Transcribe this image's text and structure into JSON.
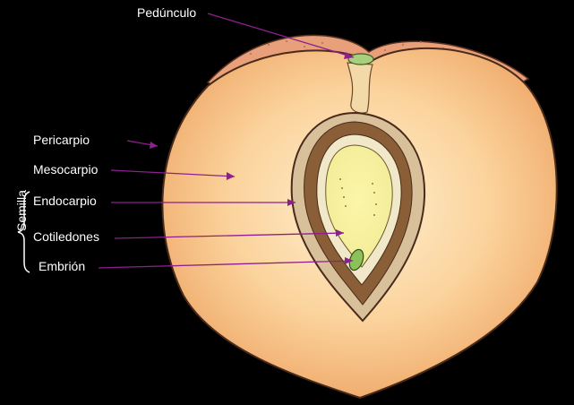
{
  "labels": {
    "peduncle": "Pedúnculo",
    "pericarp": "Pericarpio",
    "mesocarp": "Mesocarpio",
    "endocarp": "Endocarpio",
    "cotyledons": "Cotiledones",
    "embryo": "Embrión",
    "seed": "Semilla"
  },
  "colors": {
    "background": "#000000",
    "leader_line": "#8e1f8e",
    "flesh": "#f7c48a",
    "skin": "#e8a27a",
    "stone": "#8a6238",
    "cotyledon": "#f3f0a6",
    "embryo": "#7fb14a"
  }
}
